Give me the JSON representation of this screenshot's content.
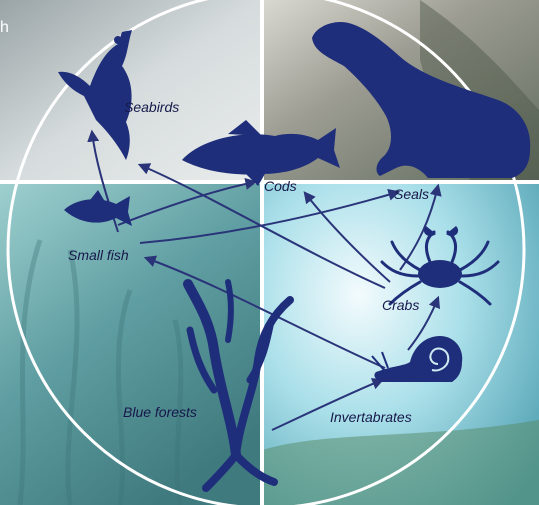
{
  "labels": {
    "seabirds": "Seabirds",
    "cods": "Cods",
    "seals": "Seals",
    "small_fish": "Small fish",
    "crabs": "Crabs",
    "blue_forests": "Blue forests",
    "invertebrates": "Invertabrates",
    "corner_fragment": "h"
  },
  "colors": {
    "silhouette": "#1f2e7a",
    "arrow": "#2a3479",
    "label": "#17184a",
    "ring": "#ffffff",
    "sea_top_left": "#c9d1d3",
    "rock_top_right": "#8a8a80",
    "kelp_bottom_left": "#5e9aa3",
    "water_bottom_right": "#9fd8e4"
  },
  "icons": [
    "seabird-icon",
    "cod-icon",
    "seal-icon",
    "small-fish-icon",
    "crab-icon",
    "snail-icon",
    "kelp-icon"
  ]
}
